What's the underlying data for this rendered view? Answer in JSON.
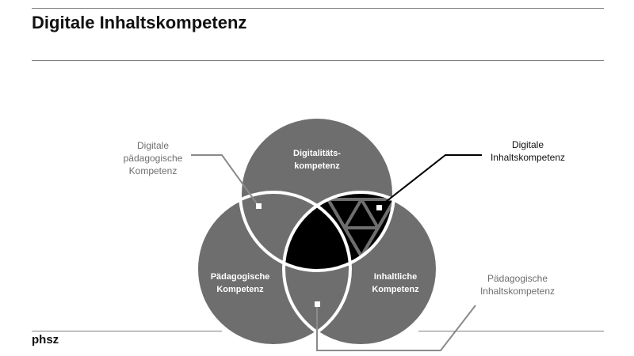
{
  "header": {
    "title": "Digitale Inhaltskompetenz"
  },
  "footer": {
    "logo": "phsz"
  },
  "diagram": {
    "circles": {
      "top": "Digitalitäts-\nkompetenz",
      "left": "Pädagogische\nKompetenz",
      "right": "Inhaltliche\nKompetenz"
    },
    "callouts": {
      "digital_pedagogical": "Digitale\npädagogische\nKompetenz",
      "digital_content": "Digitale\nInhaltskompetenz",
      "pedagogical_content": "Pädagogische\nInhaltskompetenz"
    },
    "colors": {
      "circle_fill": "#6e6e6e",
      "outline": "#ffffff",
      "highlight": "#000000",
      "callout_line_grey": "#8a8a8a",
      "callout_line_dark": "#000000"
    }
  }
}
